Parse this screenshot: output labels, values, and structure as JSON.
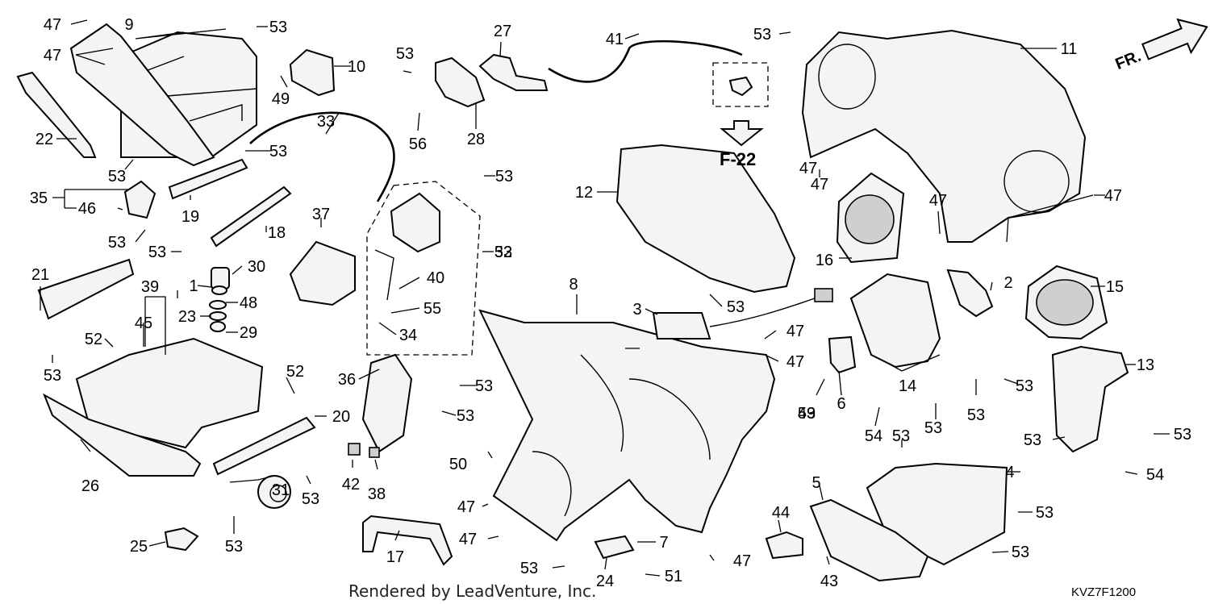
{
  "diagram": {
    "reference": "F-22",
    "direction_label": "FR.",
    "footer": "Rendered by LeadVenture, Inc.",
    "code": "KVZ7F1200",
    "callouts": [
      {
        "id": "c0",
        "label": "47"
      },
      {
        "id": "c1",
        "label": "9"
      },
      {
        "id": "c2",
        "label": "53"
      },
      {
        "id": "c3",
        "label": "47"
      },
      {
        "id": "c4",
        "label": "10"
      },
      {
        "id": "c5",
        "label": "49"
      },
      {
        "id": "c6",
        "label": "53"
      },
      {
        "id": "c7",
        "label": "27"
      },
      {
        "id": "c8",
        "label": "41"
      },
      {
        "id": "c9",
        "label": "53"
      },
      {
        "id": "c10",
        "label": "11"
      },
      {
        "id": "c11",
        "label": "22"
      },
      {
        "id": "c12",
        "label": "33"
      },
      {
        "id": "c13",
        "label": "53"
      },
      {
        "id": "c14",
        "label": "56"
      },
      {
        "id": "c15",
        "label": "28"
      },
      {
        "id": "c16",
        "label": "53"
      },
      {
        "id": "c17",
        "label": "53"
      },
      {
        "id": "c18",
        "label": "35"
      },
      {
        "id": "c19",
        "label": "46"
      },
      {
        "id": "c20",
        "label": "19"
      },
      {
        "id": "c21",
        "label": "12"
      },
      {
        "id": "c22",
        "label": "47"
      },
      {
        "id": "c23",
        "label": "47"
      },
      {
        "id": "c24",
        "label": "53"
      },
      {
        "id": "c25",
        "label": "37"
      },
      {
        "id": "c26",
        "label": "18"
      },
      {
        "id": "c27",
        "label": "53"
      },
      {
        "id": "c28",
        "label": "53"
      },
      {
        "id": "c29",
        "label": "32"
      },
      {
        "id": "c30",
        "label": "16"
      },
      {
        "id": "c31",
        "label": "30"
      },
      {
        "id": "c32",
        "label": "21"
      },
      {
        "id": "c33",
        "label": "39"
      },
      {
        "id": "c34",
        "label": "1"
      },
      {
        "id": "c35",
        "label": "48"
      },
      {
        "id": "c36",
        "label": "40"
      },
      {
        "id": "c37",
        "label": "47"
      },
      {
        "id": "c38",
        "label": "2"
      },
      {
        "id": "c39",
        "label": "15"
      },
      {
        "id": "c40",
        "label": "8"
      },
      {
        "id": "c41",
        "label": "3"
      },
      {
        "id": "c42",
        "label": "53"
      },
      {
        "id": "c43",
        "label": "55"
      },
      {
        "id": "c44",
        "label": "23"
      },
      {
        "id": "c45",
        "label": "45"
      },
      {
        "id": "c46",
        "label": "29"
      },
      {
        "id": "c47",
        "label": "34"
      },
      {
        "id": "c48",
        "label": "47"
      },
      {
        "id": "c49",
        "label": "47"
      },
      {
        "id": "c50",
        "label": "47"
      },
      {
        "id": "c51",
        "label": "13"
      },
      {
        "id": "c52",
        "label": "52"
      },
      {
        "id": "c53",
        "label": "53"
      },
      {
        "id": "c54",
        "label": "53"
      },
      {
        "id": "c55",
        "label": "36"
      },
      {
        "id": "c56",
        "label": "53"
      },
      {
        "id": "c57",
        "label": "52"
      },
      {
        "id": "c58",
        "label": "49"
      },
      {
        "id": "c59",
        "label": "14"
      },
      {
        "id": "c60",
        "label": "53"
      },
      {
        "id": "c61",
        "label": "20"
      },
      {
        "id": "c62",
        "label": "6"
      },
      {
        "id": "c63",
        "label": "53"
      },
      {
        "id": "c64",
        "label": "53"
      },
      {
        "id": "c65",
        "label": "54"
      },
      {
        "id": "c66",
        "label": "53"
      },
      {
        "id": "c67",
        "label": "53"
      },
      {
        "id": "c68",
        "label": "53"
      },
      {
        "id": "c69",
        "label": "50"
      },
      {
        "id": "c70",
        "label": "54"
      },
      {
        "id": "c71",
        "label": "26"
      },
      {
        "id": "c72",
        "label": "42"
      },
      {
        "id": "c73",
        "label": "38"
      },
      {
        "id": "c74",
        "label": "53"
      },
      {
        "id": "c75",
        "label": "4"
      },
      {
        "id": "c76",
        "label": "53"
      },
      {
        "id": "c77",
        "label": "31"
      },
      {
        "id": "c78",
        "label": "47"
      },
      {
        "id": "c79",
        "label": "5"
      },
      {
        "id": "c80",
        "label": "44"
      },
      {
        "id": "c81",
        "label": "53"
      },
      {
        "id": "c82",
        "label": "47"
      },
      {
        "id": "c83",
        "label": "7"
      },
      {
        "id": "c84",
        "label": "25"
      },
      {
        "id": "c85",
        "label": "53"
      },
      {
        "id": "c86",
        "label": "17"
      },
      {
        "id": "c87",
        "label": "47"
      },
      {
        "id": "c88",
        "label": "53"
      },
      {
        "id": "c89",
        "label": "53"
      },
      {
        "id": "c90",
        "label": "24"
      },
      {
        "id": "c91",
        "label": "51"
      },
      {
        "id": "c92",
        "label": "43"
      }
    ]
  }
}
